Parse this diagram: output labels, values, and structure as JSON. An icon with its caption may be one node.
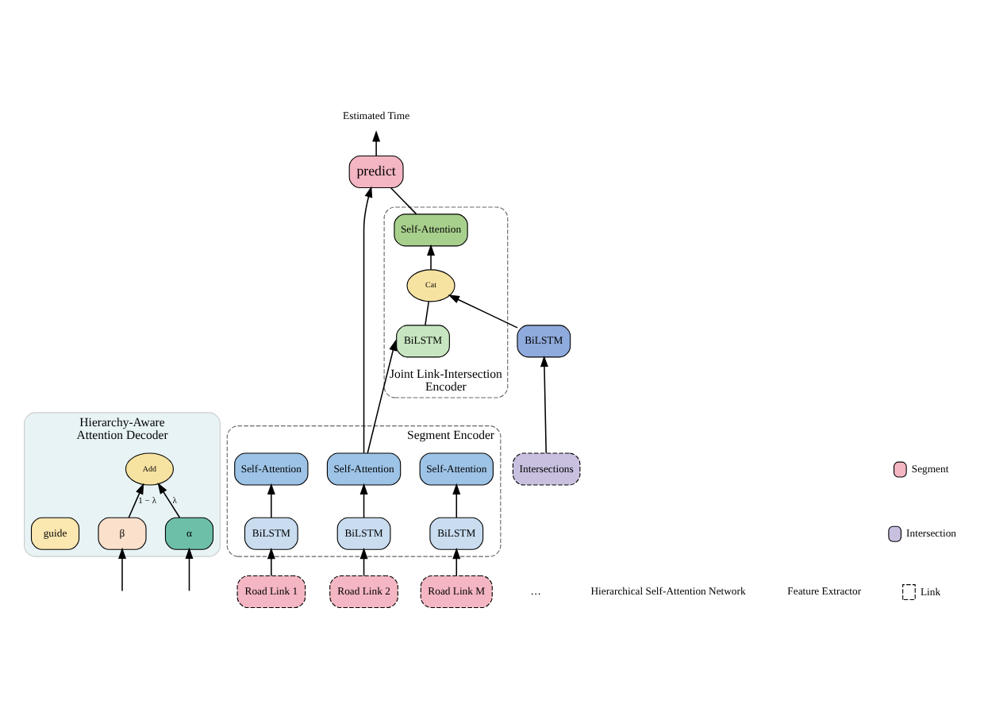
{
  "diagram": {
    "nodes": [
      {
        "text": [
          "Hierarchy-Aware Attention Decoder"
        ]
      },
      {
        "text": [
          "β"
        ],
        "in": 0
      },
      {
        "text": [
          "Add"
        ],
        "in": 0
      },
      {
        "text": [
          "α"
        ],
        "in": 0
      },
      {
        "text": [
          "guide"
        ],
        "in": 0
      },
      {
        "text": [
          "Estimated Time"
        ]
      },
      {
        "text": [
          "predict"
        ]
      },
      {
        "text": [
          "Joint Link-Intersection Encoder"
        ]
      },
      {
        "text": [
          "Self-Attention"
        ],
        "in": 7
      },
      {
        "text": [
          "Cat"
        ],
        "in": 7
      },
      {
        "text": [
          "BiLSTM"
        ],
        "in": 7
      },
      {
        "text": [
          "Segment Encoder"
        ]
      },
      {
        "text": [
          "Self-Attention"
        ],
        "in": 11
      },
      {
        "text": [
          "Self-Attention"
        ],
        "in": 11
      },
      {
        "text": [
          "Self-Attention"
        ],
        "in": 11
      },
      {
        "text": [
          "BiLSTM"
        ],
        "in": 11
      },
      {
        "text": [
          "BiLSTM"
        ],
        "in": 11
      },
      {
        "text": [
          "BiLSTM"
        ],
        "in": 11
      },
      {
        "text": [
          "BiLSTM"
        ]
      },
      {
        "text": [
          "Intersections"
        ]
      },
      {
        "text": [
          "Road Link 1"
        ]
      },
      {
        "text": [
          "Road Link 2"
        ]
      },
      {
        "text": [
          "Road Link M"
        ]
      }
    ],
    "edges": [
      {
        "from": null,
        "to": 1,
        "arrow": "to"
      },
      {
        "from": null,
        "to": 3,
        "arrow": "to"
      },
      {
        "from": 1,
        "to": 2,
        "arrow": "to",
        "label": "1 − λ"
      },
      {
        "from": 3,
        "to": 2,
        "arrow": "to",
        "label": "λ"
      },
      {
        "from": 6,
        "to": 5,
        "arrow": "to"
      },
      {
        "from": 8,
        "to": 6,
        "arrow": "none"
      },
      {
        "from": 9,
        "to": 8,
        "arrow": "to"
      },
      {
        "from": 10,
        "to": 9,
        "arrow": "none"
      },
      {
        "from": 18,
        "to": 9,
        "arrow": "to"
      },
      {
        "from": 13,
        "to": 10,
        "arrow": "to"
      },
      {
        "from": 13,
        "to": 6,
        "arrow": "to"
      },
      {
        "from": 15,
        "to": 12,
        "arrow": "to"
      },
      {
        "from": 16,
        "to": 13,
        "arrow": "to"
      },
      {
        "from": 17,
        "to": 14,
        "arrow": "to"
      },
      {
        "from": 19,
        "to": 18,
        "arrow": "to"
      },
      {
        "from": 20,
        "to": 15,
        "arrow": "to"
      },
      {
        "from": 21,
        "to": 16,
        "arrow": "to"
      },
      {
        "from": 22,
        "to": 17,
        "arrow": "to"
      }
    ],
    "labels": [
      "…",
      "Hierarchical Self-Attention Network",
      "Feature Extractor"
    ],
    "legend": [
      {
        "text": "Segment",
        "color": "#f4b6c2"
      },
      {
        "text": "Intersection",
        "color": "#c9c0e0"
      },
      {
        "text": "Link"
      }
    ]
  }
}
